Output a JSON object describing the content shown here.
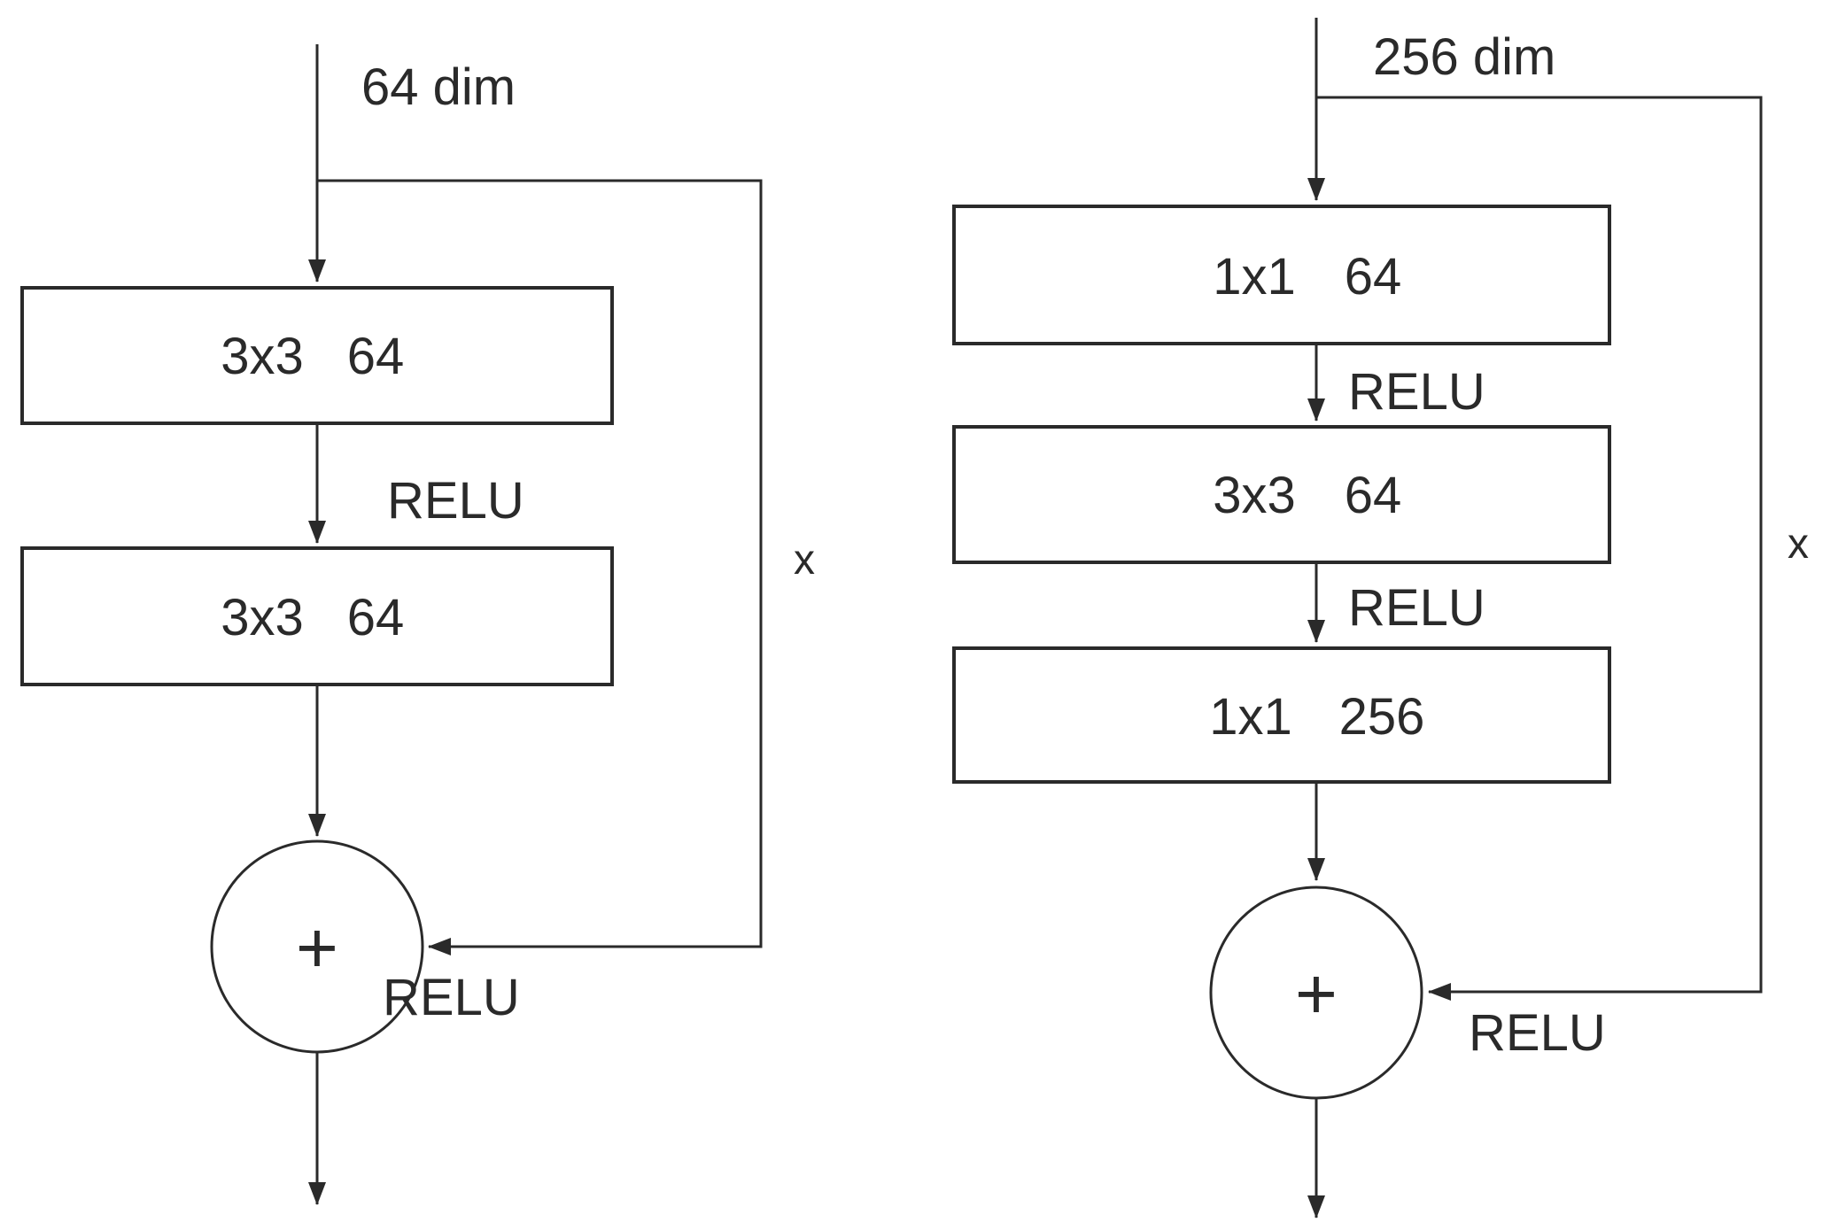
{
  "left_block": {
    "input_dim_label": "64 dim",
    "layers": [
      {
        "kernel": "3x3",
        "channels": "64"
      },
      {
        "kernel": "3x3",
        "channels": "64"
      }
    ],
    "relu_between_label": "RELU",
    "relu_output_label": "RELU",
    "skip_label": "x",
    "sum_symbol": "+"
  },
  "right_block": {
    "input_dim_label": "256 dim",
    "layers": [
      {
        "kernel": "1x1",
        "channels": "64"
      },
      {
        "kernel": "3x3",
        "channels": "64"
      },
      {
        "kernel": "1x1",
        "channels": "256"
      }
    ],
    "relu_between_labels": [
      "RELU",
      "RELU"
    ],
    "relu_output_label": "RELU",
    "skip_label": "x",
    "sum_symbol": "+"
  },
  "colors": {
    "stroke": "#2a2a2a",
    "background": "#ffffff"
  }
}
